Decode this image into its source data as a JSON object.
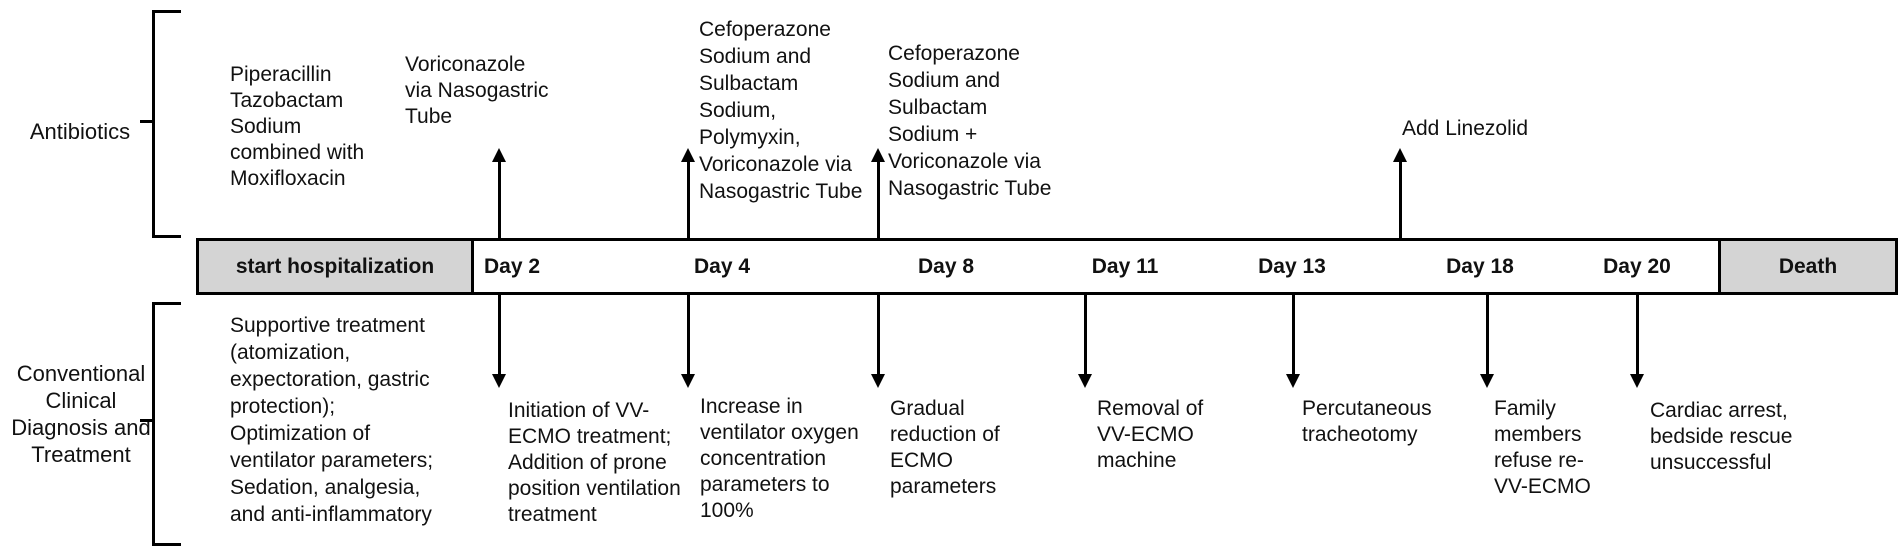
{
  "side_labels": {
    "antibiotics": "Antibiotics",
    "conventional": "Conventional\nClinical\nDiagnosis and\nTreatment"
  },
  "timeline_bar": {
    "start_cell": "start hospitalization",
    "death_cell": "Death",
    "day_labels": [
      "Day 2",
      "Day 4",
      "Day 8",
      "Day 11",
      "Day 13",
      "Day 18",
      "Day 20"
    ]
  },
  "antibiotics_events": [
    {
      "day": "start",
      "text": "Piperacillin\nTazobactam\nSodium\ncombined with\nMoxifloxacin"
    },
    {
      "day": "Day 2",
      "text": "Voriconazole\nvia Nasogastric\nTube"
    },
    {
      "day": "Day 4",
      "text": "Cefoperazone\nSodium and\nSulbactam\nSodium,\nPolymyxin,\nVoriconazole via\nNasogastric Tube"
    },
    {
      "day": "Day 8",
      "text": "Cefoperazone\nSodium and\nSulbactam\nSodium +\nVoriconazole via\nNasogastric Tube"
    },
    {
      "day": "Day 18",
      "text": "Add Linezolid"
    }
  ],
  "treatment_events": [
    {
      "day": "start",
      "text": "Supportive treatment\n(atomization,\nexpectoration, gastric\nprotection);\nOptimization of\nventilator parameters;\nSedation, analgesia,\nand anti-inflammatory"
    },
    {
      "day": "Day 2",
      "text": "Initiation of VV-\nECMO treatment;\nAddition of prone\nposition ventilation\ntreatment"
    },
    {
      "day": "Day 4",
      "text": "Increase in\nventilator oxygen\nconcentration\nparameters to\n100%"
    },
    {
      "day": "Day 8",
      "text": "Gradual\nreduction of\nECMO\nparameters"
    },
    {
      "day": "Day 11",
      "text": "Removal of\nVV-ECMO\nmachine"
    },
    {
      "day": "Day 13",
      "text": "Percutaneous\ntracheotomy"
    },
    {
      "day": "Day 18",
      "text": "Family\nmembers\nrefuse re-\nVV-ECMO"
    },
    {
      "day": "Day 20",
      "text": "Cardiac arrest,\nbedside rescue\nunsuccessful"
    }
  ],
  "colors": {
    "background": "#ffffff",
    "bar_fill": "#ffffff",
    "cell_fill": "#d4d4d4",
    "line": "#000000",
    "text": "#111111"
  }
}
